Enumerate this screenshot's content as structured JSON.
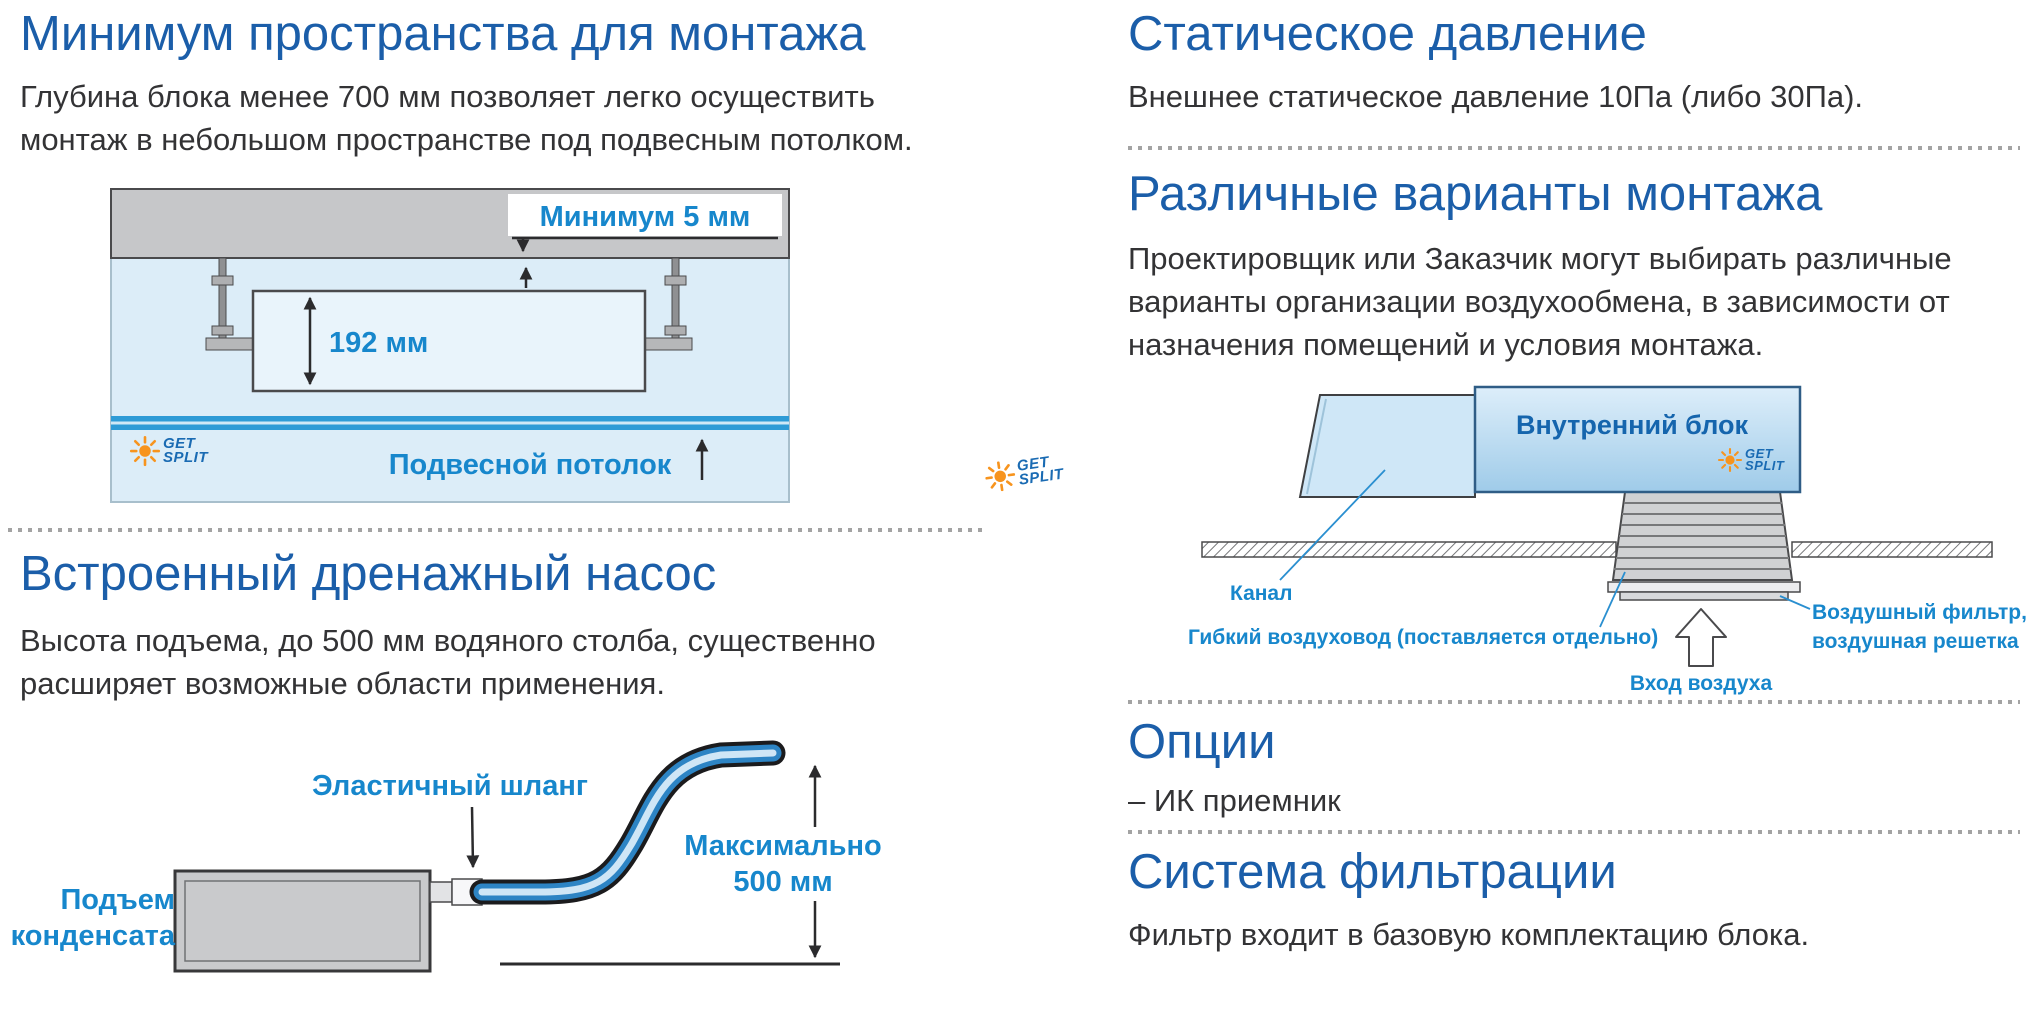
{
  "brand": {
    "logo_top": "GET",
    "logo_bottom": "SPLIT",
    "accent_orange": "#f7941e",
    "logo_blue": "#1a6bb3"
  },
  "colors": {
    "heading_blue": "#1b5ea9",
    "diagram_label_blue": "#1787cc",
    "body_text": "#333335",
    "divider_gray": "#a3a3a3",
    "ceiling_band_blue": "#2e9bd6",
    "diagram_fill_light_blue": "#dcedf8",
    "diagram_fill_gray": "#c6c7c9"
  },
  "left_column": {
    "min_space": {
      "title": "Минимум пространства для монтажа",
      "body": "Глубина блока менее 700 мм позволяет легко осуществить монтаж в небольшом пространстве под подвесным потолком.",
      "diagram": {
        "min_gap_label": "Минимум 5 мм",
        "unit_height_label": "192 мм",
        "ceiling_label": "Подвесной потолок"
      }
    },
    "drain_pump": {
      "title": "Встроенный дренажный насос",
      "body": "Высота подъема, до 500 мм водяного столба, существенно расширяет возможные области применения.",
      "diagram": {
        "hose_label": "Эластичный шланг",
        "max_line1": "Максимально",
        "max_line2": "500 мм",
        "lift_line1": "Подъем",
        "lift_line2": "конденсата"
      }
    }
  },
  "right_column": {
    "static_pressure": {
      "title": "Статическое давление",
      "body": "Внешнее статическое давление 10Па (либо 30Па)."
    },
    "mounting_options": {
      "title": "Различные варианты монтажа",
      "body": "Проектировщик или Заказчик могут выбирать различные варианты организации воздухообмена, в зависимости от назначения помещений и условия монтажа.",
      "diagram": {
        "indoor_unit_label": "Внутренний блок",
        "channel_label": "Канал",
        "flex_duct_label": "Гибкий воздуховод (поставляется отдельно)",
        "air_inlet_label": "Вход воздуха",
        "filter_line1": "Воздушный фильтр,",
        "filter_line2": "воздушная решетка"
      }
    },
    "options": {
      "title": "Опции",
      "body": "– ИК приемник"
    },
    "filtration": {
      "title": "Система фильтрации",
      "body": "Фильтр входит в базовую комплектацию блока."
    }
  }
}
